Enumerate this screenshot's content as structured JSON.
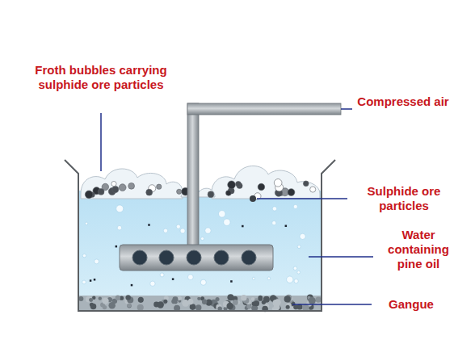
{
  "diagram": {
    "labels": [
      "Froth bubbles carrying sulphide ore particles",
      "Compressed air",
      "Sulphide ore particles",
      "Water containing pine oil",
      "Gangue"
    ]
  }
}
